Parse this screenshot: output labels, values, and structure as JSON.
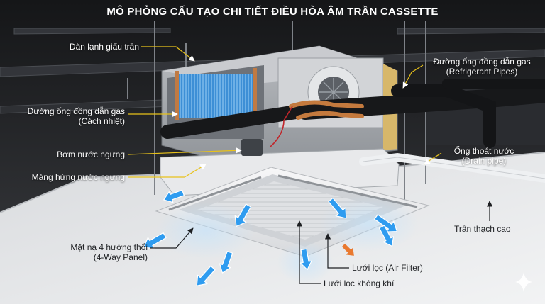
{
  "title": "MÔ PHỎNG CẤU TẠO CHI TIẾT ĐIỀU HÒA ÂM TRẦN CASSETTE",
  "labels": {
    "indoor_unit": "Dàn lạnh giấu trần",
    "pipes_insulated_line1": "Đường ống đồng dẫn gas",
    "pipes_insulated_line2": "(Cách nhiệt)",
    "pump": "Bơm nước ngưng",
    "drain_tray": "Máng hứng nước ngưng",
    "panel_line1": "Mặt nạ 4 hướng thổi",
    "panel_line2": "(4-Way Panel)",
    "refrigerant_line1": "Đường ống đồng dẫn gas",
    "refrigerant_line2": "(Refrigerant Pipes)",
    "drain_line1": "Ống thoát nước",
    "drain_line2": "(Drain pipe)",
    "ceiling": "Trần thạch cao",
    "air_filter": "Lưới lọc (Air Filter)",
    "air_filter_vi": "Lưới lọc không khí"
  },
  "colors": {
    "label_line": "#e8c21a",
    "airflow": "#2f9cf0",
    "filter_arrow": "#e9792f",
    "ceiling": "#e9eaec",
    "coil": "#3d8fd6"
  },
  "icons": [
    "sparkle-icon"
  ]
}
